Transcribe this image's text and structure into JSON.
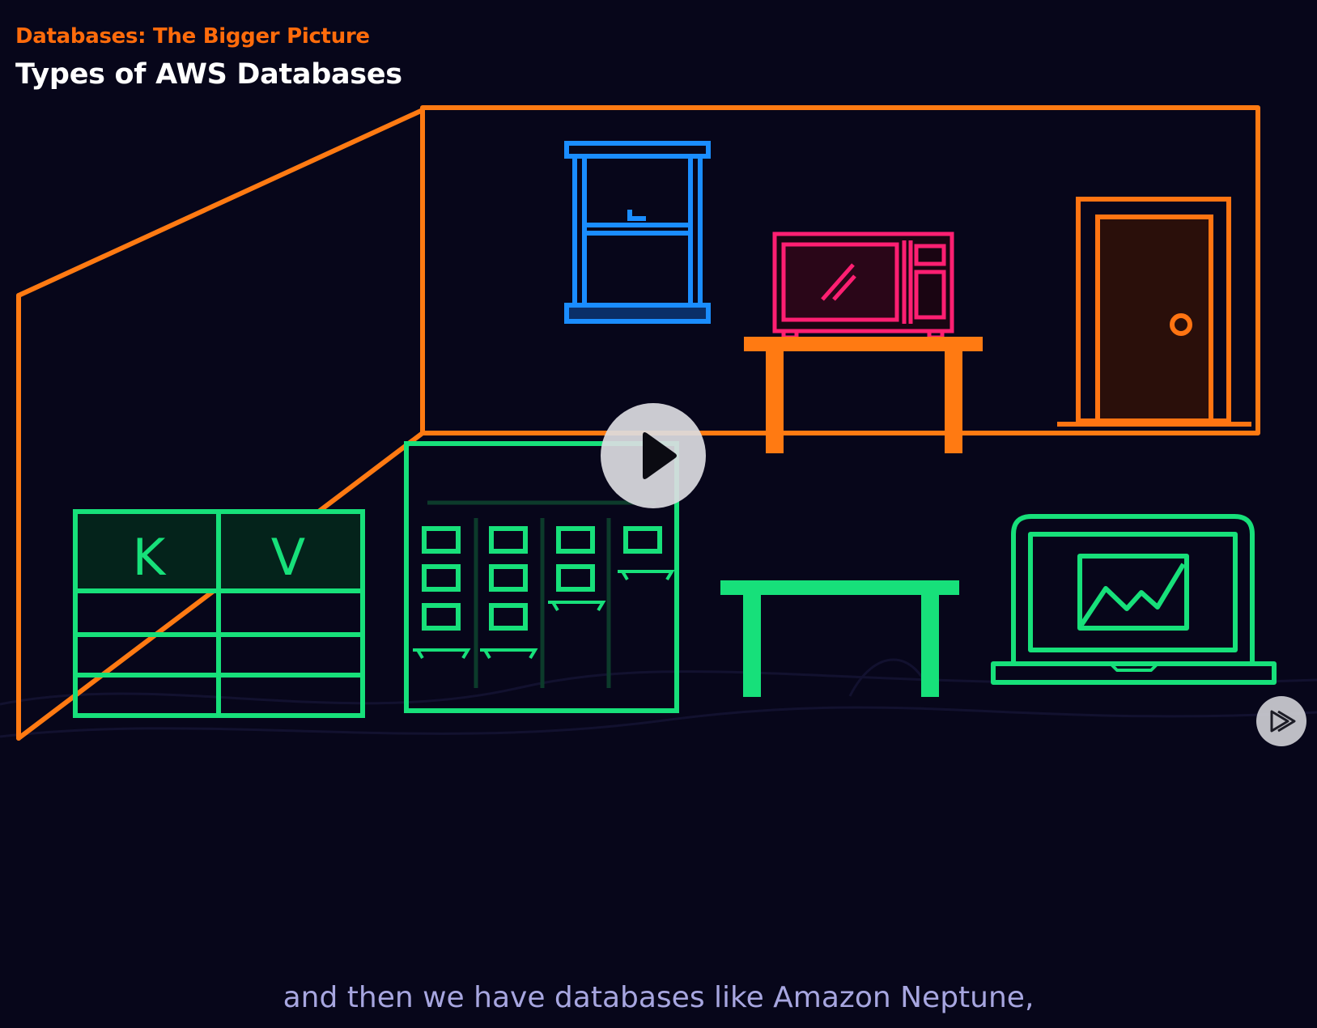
{
  "header": {
    "course_title": "Databases: The Bigger Picture",
    "module_title": "Types of AWS Databases"
  },
  "key_value_table": {
    "key_label": "K",
    "value_label": "V"
  },
  "caption": {
    "text": "and then we have databases like Amazon Neptune,"
  },
  "colors": {
    "background": "#07061a",
    "course_title": "#ff6b0b",
    "module_title": "#ffffff",
    "house_outline": "#ff7a12",
    "window": "#1a8dff",
    "microwave": "#ff1f72",
    "door": "#ff7412",
    "door_fill": "#2a0f0a",
    "green": "#17e07a",
    "caption": "#a7a6e0"
  },
  "icons": [
    "play-icon",
    "skip-forward-icon",
    "window-icon",
    "microwave-icon",
    "door-icon",
    "key-value-table-icon",
    "document-board-icon",
    "table-icon",
    "laptop-chart-icon"
  ]
}
